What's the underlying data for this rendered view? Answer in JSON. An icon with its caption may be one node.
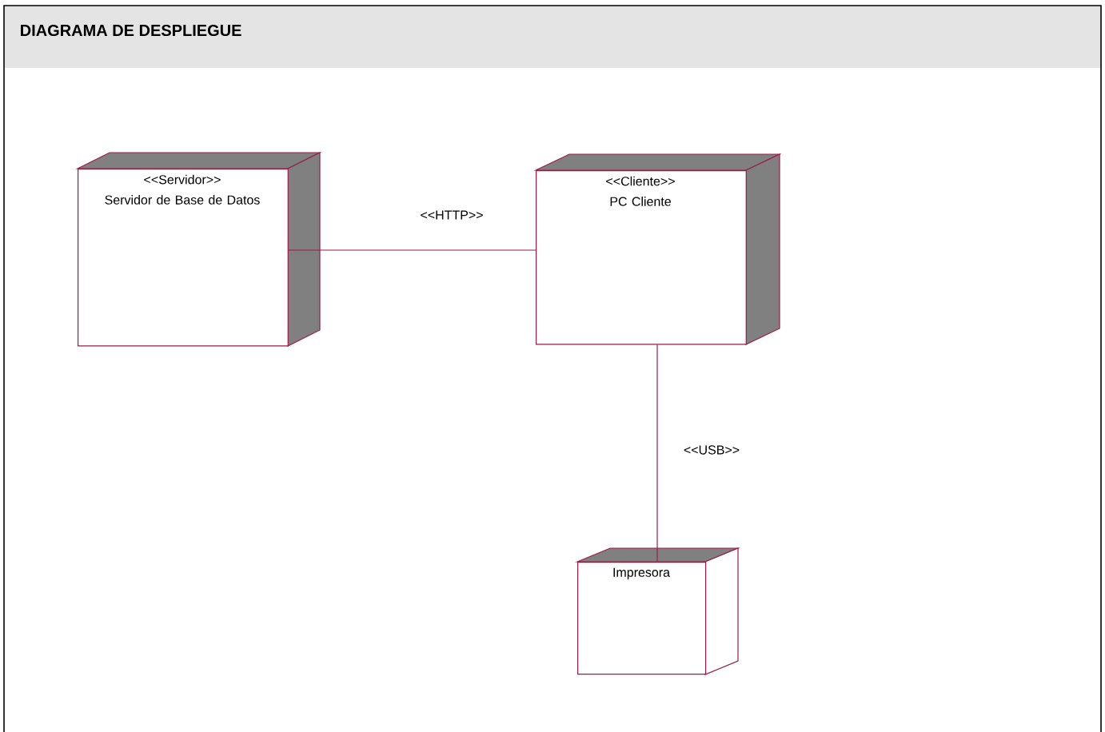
{
  "diagram": {
    "title": "DIAGRAMA DE DESPLIEGUE",
    "nodes": [
      {
        "text": [
          "<<Servidor>>",
          "Servidor de Base de Datos"
        ]
      },
      {
        "text": [
          "<<Cliente>>",
          "PC Cliente"
        ]
      },
      {
        "text": [
          "Impresora"
        ]
      }
    ],
    "edges": [
      {
        "from": 0,
        "to": 1,
        "arrow": "none",
        "label": "<<HTTP>>"
      },
      {
        "from": 1,
        "to": 2,
        "arrow": "none",
        "label": "<<USB>>"
      }
    ]
  }
}
